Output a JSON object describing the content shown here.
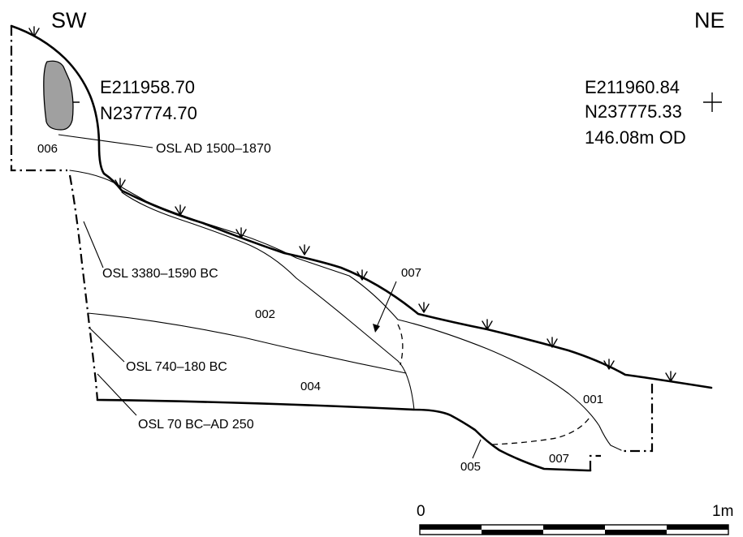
{
  "orientation": {
    "left": "SW",
    "right": "NE"
  },
  "coordinates": {
    "left": {
      "easting": "E211958.70",
      "northing": "N237774.70"
    },
    "right": {
      "easting": "E211960.84",
      "northing": "N237775.33",
      "level": "146.08m OD"
    }
  },
  "contexts": [
    "006",
    "002",
    "004",
    "007",
    "001",
    "005",
    "007"
  ],
  "osl_samples": [
    "OSL AD 1500–1870",
    "OSL 3380–1590 BC",
    "OSL 740–180 BC",
    "OSL 70 BC–AD 250"
  ],
  "scale_bar": {
    "start": "0",
    "end": "1m"
  },
  "colors": {
    "stone_fill": "#a0a0a0",
    "line": "#000000"
  }
}
